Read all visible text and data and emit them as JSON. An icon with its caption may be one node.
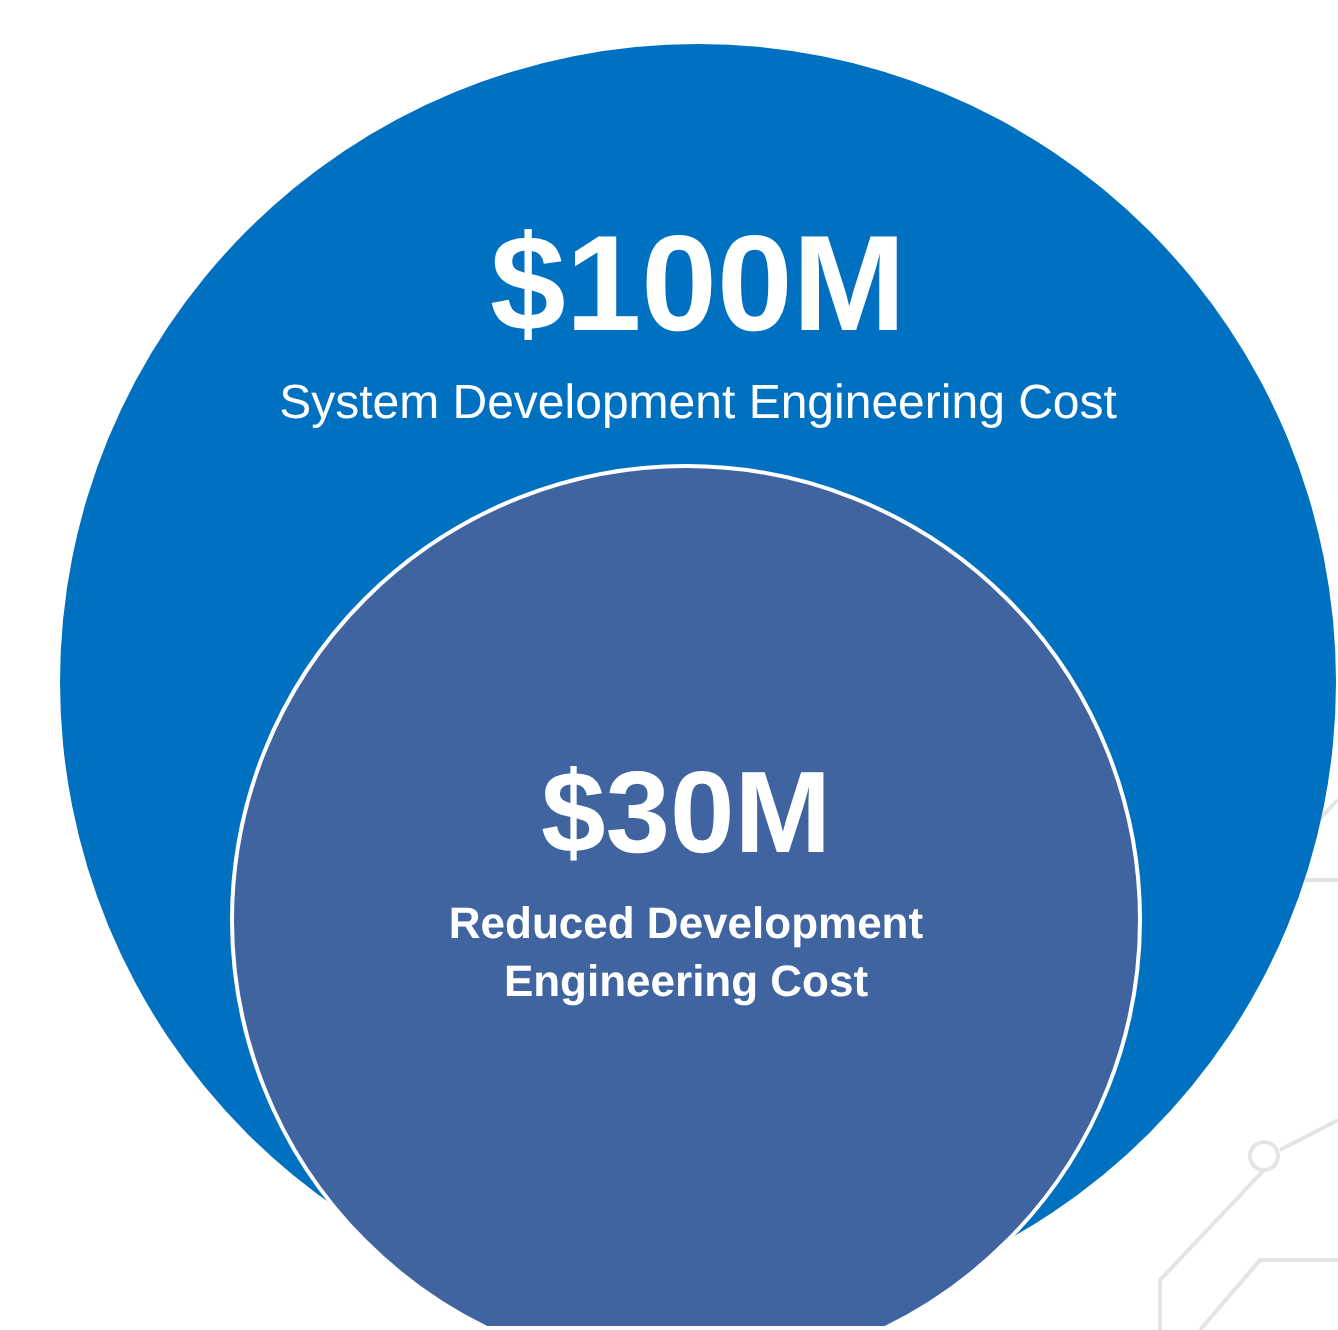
{
  "diagram": {
    "nodes": [
      {
        "text": [
          "$100M",
          "System Development Engineering Cost"
        ]
      },
      {
        "text": [
          "$30M",
          "Reduced Development Engineering Cost"
        ],
        "in": 0
      }
    ]
  }
}
